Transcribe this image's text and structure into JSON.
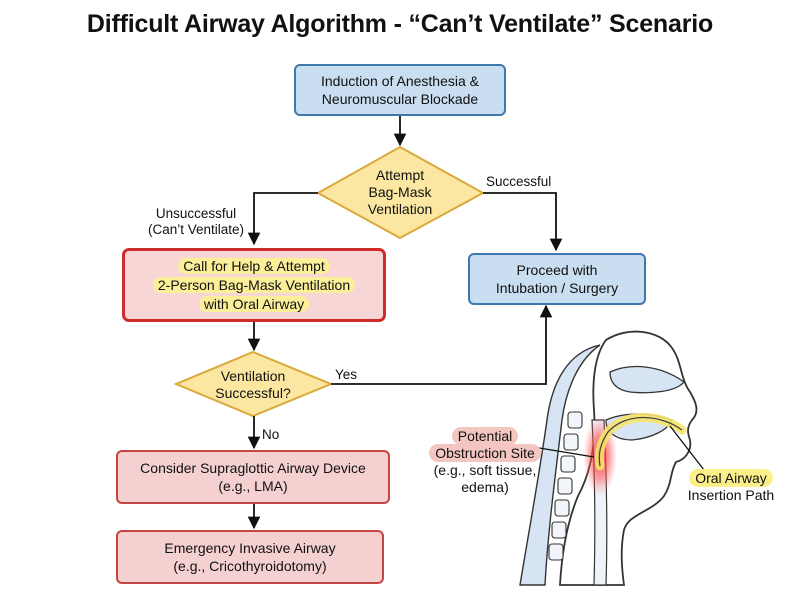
{
  "title": "Difficult Airway Algorithm - “Can’t Ventilate” Scenario",
  "nodes": {
    "induction": [
      "Induction of Anesthesia &",
      "Neuromuscular Blockade"
    ],
    "attempt_bmv": [
      "Attempt",
      "Bag-Mask",
      "Ventilation"
    ],
    "call_help": [
      "Call for Help & Attempt",
      "2-Person Bag-Mask Ventilation",
      "with Oral Airway"
    ],
    "proceed": [
      "Proceed with",
      "Intubation / Surgery"
    ],
    "vent_success": [
      "Ventilation",
      "Successful?"
    ],
    "supraglottic": [
      "Consider Supraglottic Airway Device",
      "(e.g., LMA)"
    ],
    "invasive": [
      "Emergency Invasive Airway",
      "(e.g., Cricothyroidotomy)"
    ]
  },
  "edges": {
    "successful": "Successful",
    "unsuccessful": [
      "Unsuccessful",
      "(Can’t Ventilate)"
    ],
    "yes": "Yes",
    "no": "No"
  },
  "illustration": {
    "obstruction": [
      "Potential",
      "Obstruction Site"
    ],
    "obstruction_examples": [
      "(e.g., soft tissue,",
      "edema)"
    ],
    "oral_airway": "Oral Airway",
    "insertion_path": "Insertion Path"
  },
  "colors": {
    "blue_fill": "#c9def1",
    "blue_border": "#3f78ac",
    "red_fill": "#f5d0d0",
    "red_border": "#c64444",
    "diamond_fill": "#fbe7a1",
    "diamond_border": "#d9a93a",
    "highlight": "#fcef9a"
  }
}
